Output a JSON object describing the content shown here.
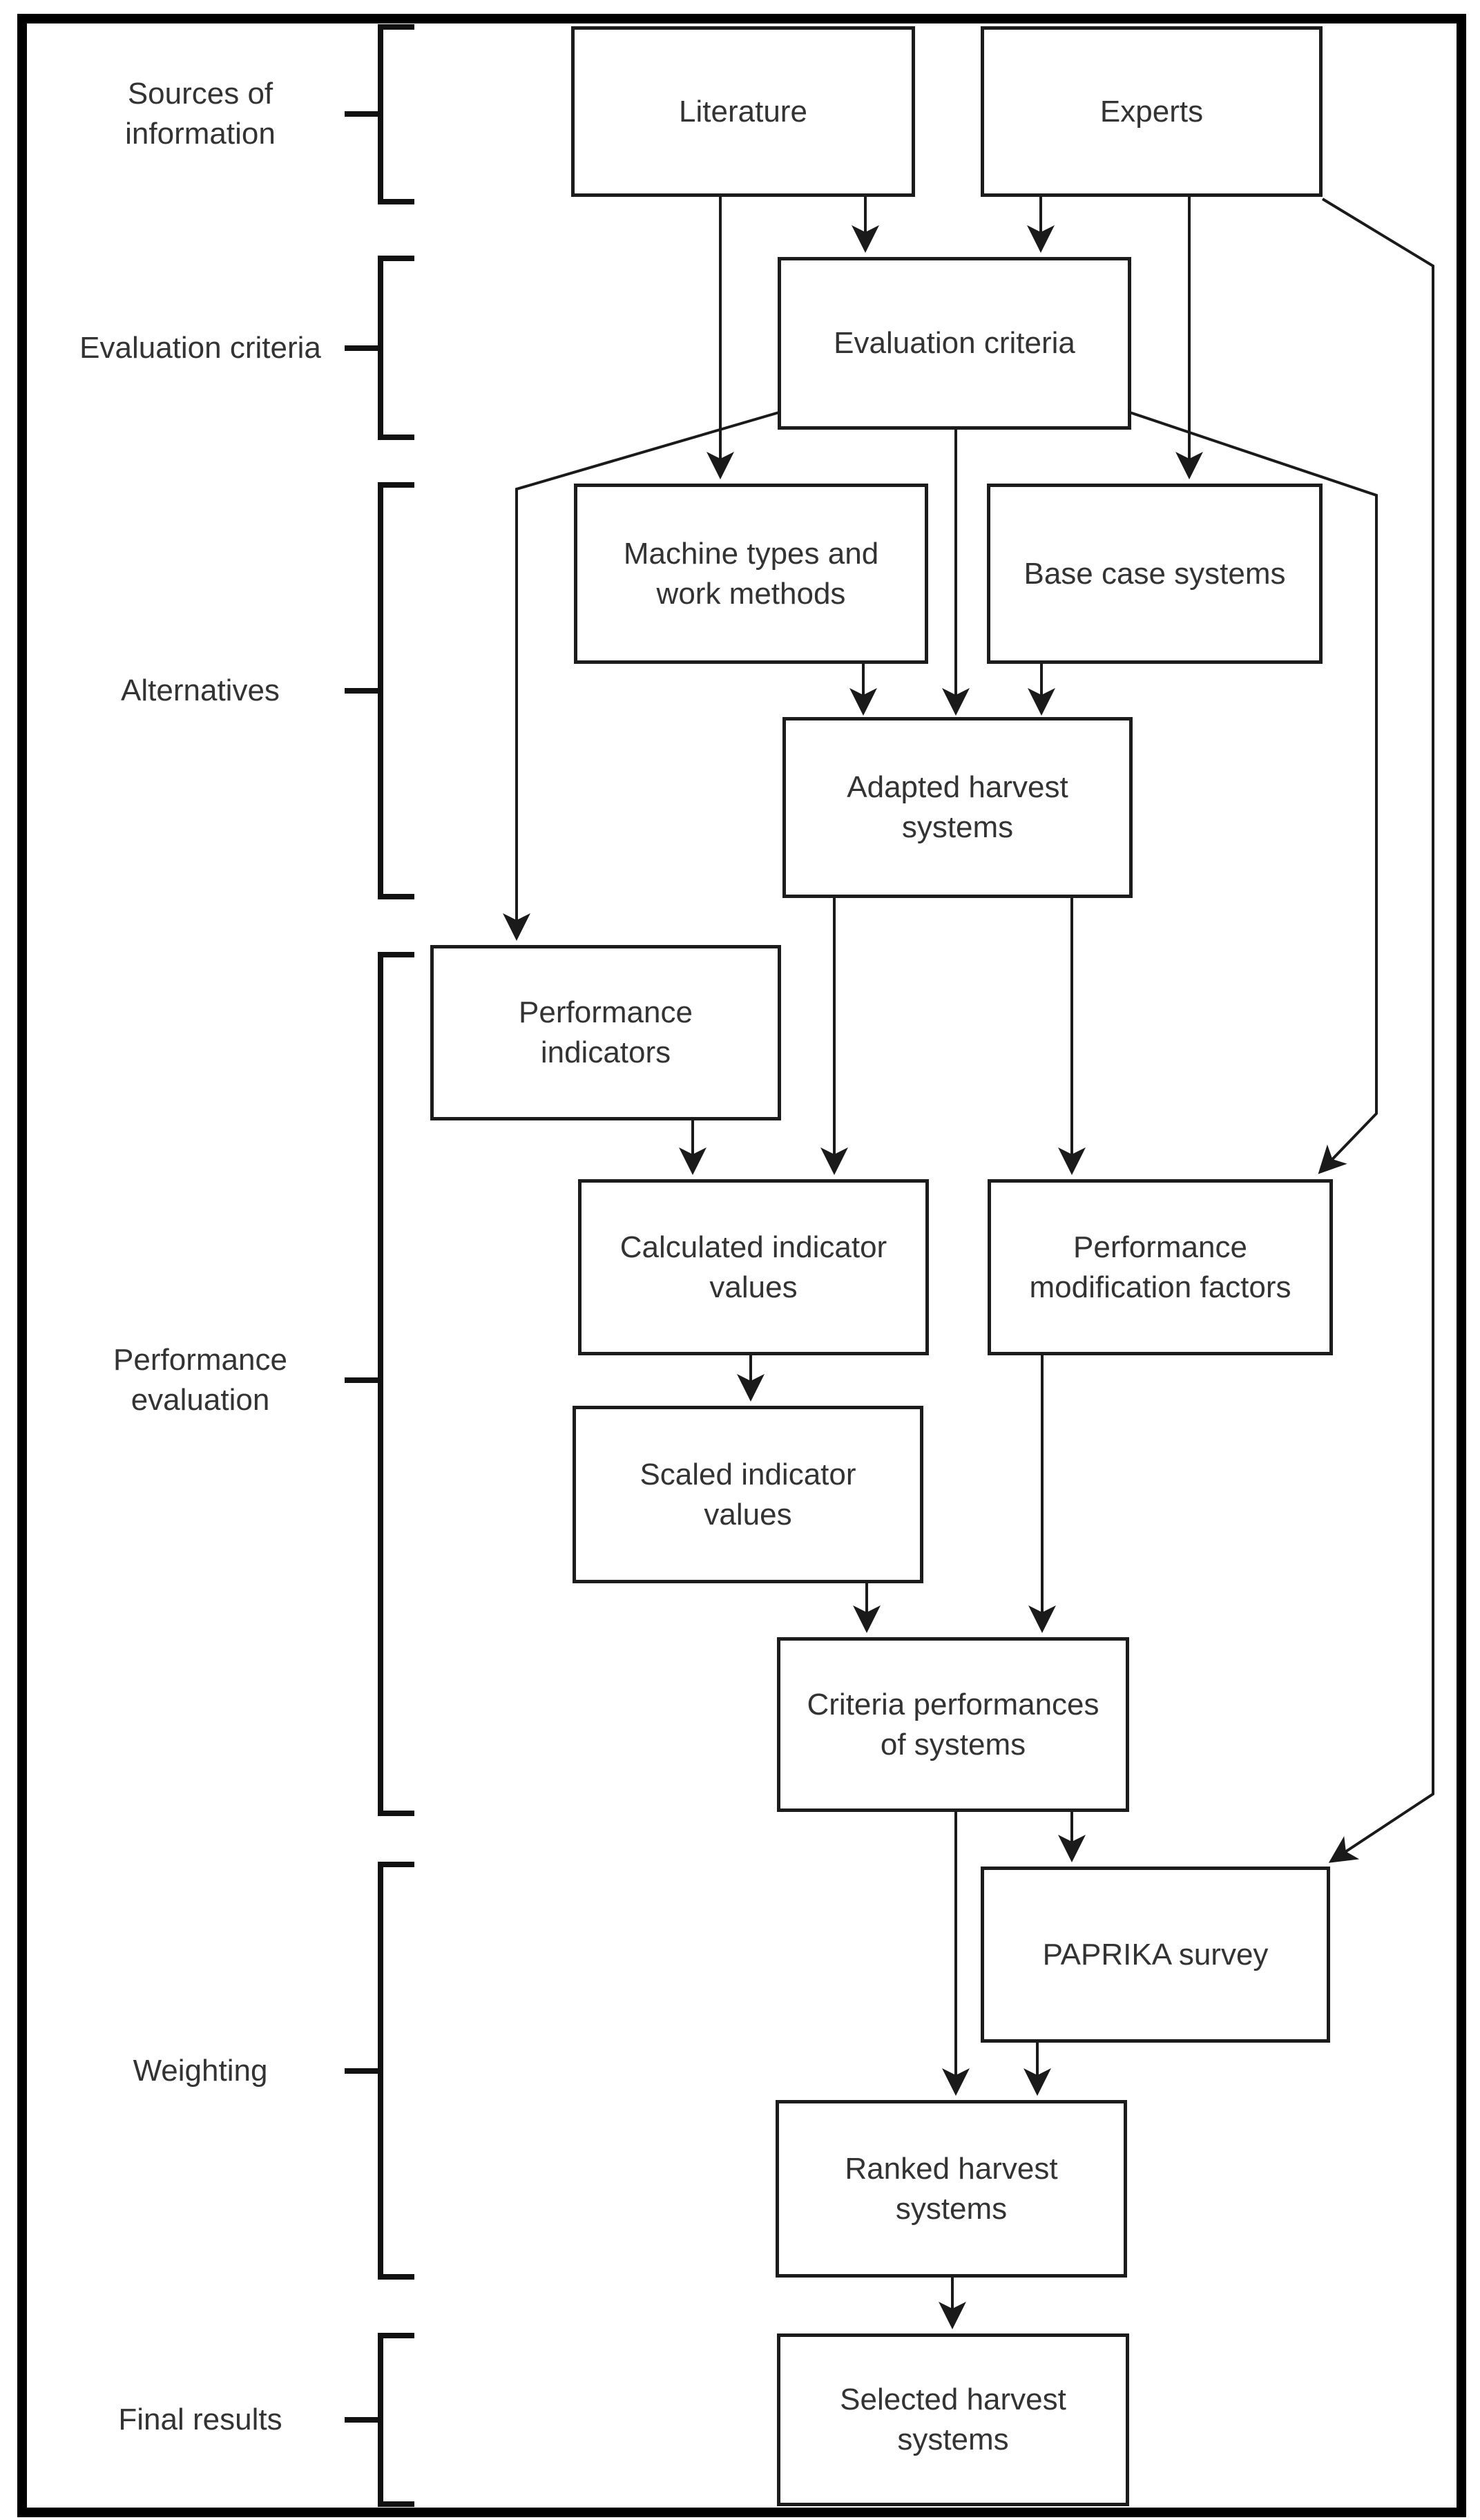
{
  "diagram": {
    "type": "flowchart",
    "colors": {
      "line": "#1a1a1a",
      "box_border": "#1c1c1c",
      "text": "#333333",
      "background": "#ffffff",
      "frame": "#000000"
    }
  },
  "sections": [
    {
      "id": "sources",
      "label": "Sources of\ninformation"
    },
    {
      "id": "evaluation-criteria",
      "label": "Evaluation criteria"
    },
    {
      "id": "alternatives",
      "label": "Alternatives"
    },
    {
      "id": "performance-evaluation",
      "label": "Performance\nevaluation"
    },
    {
      "id": "weighting",
      "label": "Weighting"
    },
    {
      "id": "final-results",
      "label": "Final results"
    }
  ],
  "boxes": [
    {
      "id": "literature",
      "label": "Literature"
    },
    {
      "id": "experts",
      "label": "Experts"
    },
    {
      "id": "evaluation-criteria",
      "label": "Evaluation criteria"
    },
    {
      "id": "machine-types",
      "label": "Machine types and\nwork methods"
    },
    {
      "id": "base-case",
      "label": "Base case systems"
    },
    {
      "id": "adapted-harvest",
      "label": "Adapted harvest\nsystems"
    },
    {
      "id": "performance-indicators",
      "label": "Performance\nindicators"
    },
    {
      "id": "calculated-indicator",
      "label": "Calculated indicator\nvalues"
    },
    {
      "id": "performance-modification",
      "label": "Performance\nmodification factors"
    },
    {
      "id": "scaled-indicator",
      "label": "Scaled indicator\nvalues"
    },
    {
      "id": "criteria-performances",
      "label": "Criteria performances\nof systems"
    },
    {
      "id": "paprika-survey",
      "label": "PAPRIKA survey"
    },
    {
      "id": "ranked-harvest",
      "label": "Ranked harvest\nsystems"
    },
    {
      "id": "selected-harvest",
      "label": "Selected harvest\nsystems"
    }
  ],
  "edges": [
    {
      "from": "literature",
      "to": "evaluation-criteria"
    },
    {
      "from": "experts",
      "to": "evaluation-criteria"
    },
    {
      "from": "literature",
      "to": "machine-types"
    },
    {
      "from": "experts",
      "to": "base-case"
    },
    {
      "from": "experts",
      "to": "paprika-survey"
    },
    {
      "from": "evaluation-criteria",
      "to": "performance-indicators"
    },
    {
      "from": "evaluation-criteria",
      "to": "adapted-harvest"
    },
    {
      "from": "evaluation-criteria",
      "to": "performance-modification"
    },
    {
      "from": "machine-types",
      "to": "adapted-harvest"
    },
    {
      "from": "base-case",
      "to": "adapted-harvest"
    },
    {
      "from": "adapted-harvest",
      "to": "calculated-indicator"
    },
    {
      "from": "adapted-harvest",
      "to": "performance-modification"
    },
    {
      "from": "performance-indicators",
      "to": "calculated-indicator"
    },
    {
      "from": "calculated-indicator",
      "to": "scaled-indicator"
    },
    {
      "from": "scaled-indicator",
      "to": "criteria-performances"
    },
    {
      "from": "performance-modification",
      "to": "criteria-performances"
    },
    {
      "from": "criteria-performances",
      "to": "paprika-survey"
    },
    {
      "from": "criteria-performances",
      "to": "ranked-harvest"
    },
    {
      "from": "paprika-survey",
      "to": "ranked-harvest"
    },
    {
      "from": "ranked-harvest",
      "to": "selected-harvest"
    }
  ]
}
